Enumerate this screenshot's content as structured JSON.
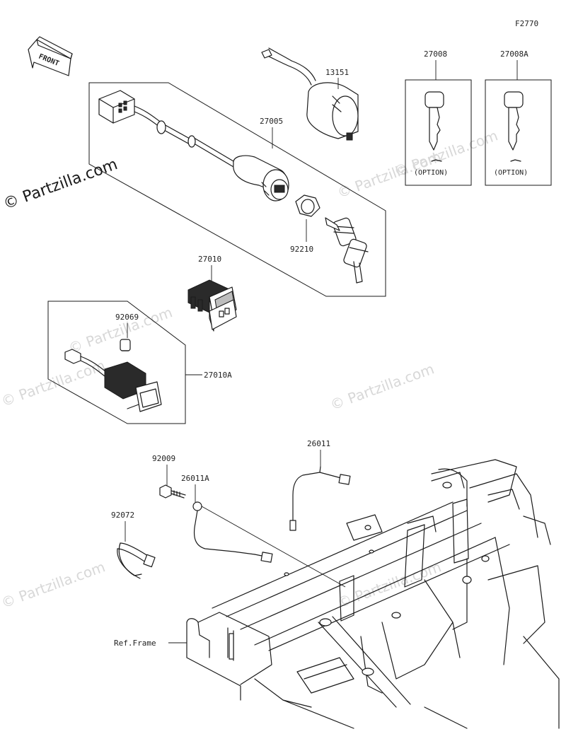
{
  "diagram": {
    "figure_code": "F2770",
    "front_label": "FRONT",
    "watermark_main": "© Partzilla.com",
    "watermark_faint": "© Partzilla.com",
    "option_label": "(OPTION)",
    "ref_frame_label": "Ref.Frame",
    "parts": {
      "ignition_wire": "13151",
      "ignition_switch_assy": "27005",
      "key_blank": "27008",
      "key_blank_alt": "27008A",
      "nut": "92210",
      "rocker_switch": "27010",
      "bulb": "92069",
      "switch_assy_alt": "27010A",
      "bolt": "92009",
      "lead_wire_alt": "26011A",
      "lead_wire": "26011",
      "band": "92072"
    }
  }
}
